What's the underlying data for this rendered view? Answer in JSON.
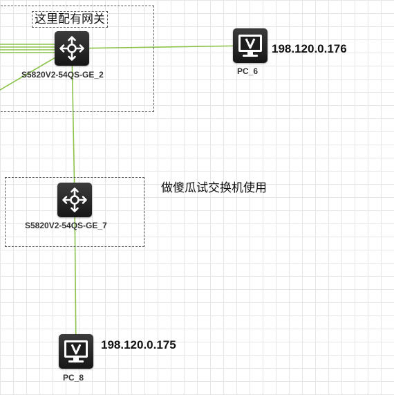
{
  "diagram": {
    "link_color": "#8bc34a",
    "zones": {
      "gateway_zone_label": "这里配有网关",
      "test_zone_label": "做傻瓜试交换机使用"
    },
    "devices": {
      "switch_2": {
        "name": "S5820V2-54QS-GE_2",
        "icon": "switch-icon"
      },
      "switch_7": {
        "name": "S5820V2-54QS-GE_7",
        "icon": "switch-icon"
      },
      "pc_6": {
        "name": "PC_6",
        "ip": "198.120.0.176",
        "icon": "pc-monitor-icon"
      },
      "pc_8": {
        "name": "PC_8",
        "ip": "198.120.0.175",
        "icon": "pc-monitor-icon"
      }
    }
  }
}
